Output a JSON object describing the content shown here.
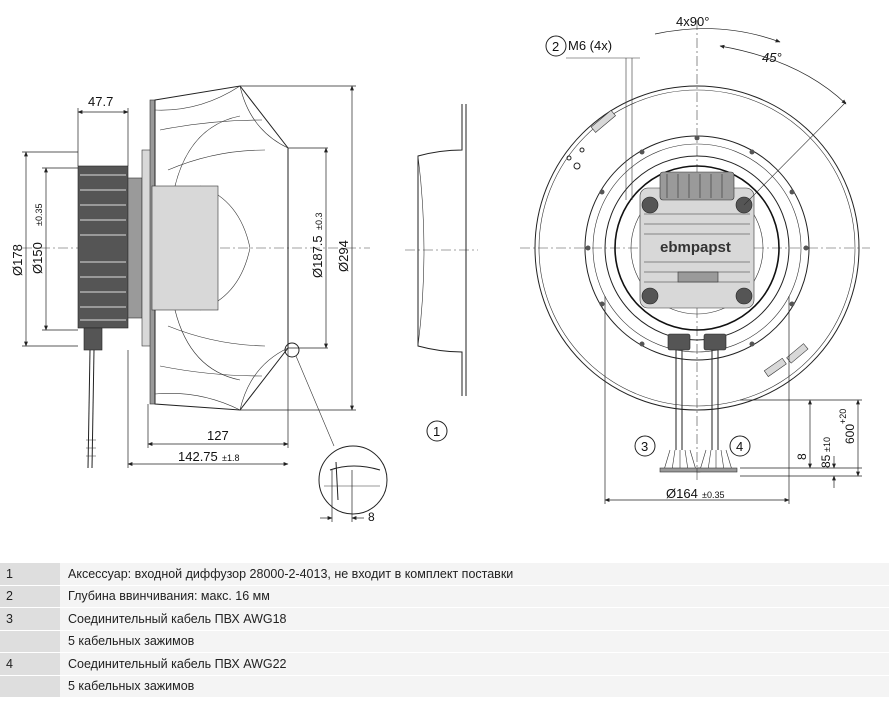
{
  "dimensions": {
    "d178": "Ø178",
    "d150": "Ø150",
    "d150_tol": "±0.35",
    "d187": "Ø187.5",
    "d187_tol": "±0.3",
    "d294": "Ø294",
    "w47": "47.7",
    "w127": "127",
    "w142": "142.75",
    "w142_tol": "±1.8",
    "d8_detail": "8",
    "m6": "M6 (4x)",
    "angle4x90": "4x90°",
    "angle45": "45°",
    "d164": "Ø164",
    "d164_tol": "±0.35",
    "h8": "8",
    "h85": "85",
    "h85_tol": "±10",
    "h600": "600",
    "h600_tol": "+20"
  },
  "callouts": {
    "c1": "1",
    "c2": "2",
    "c3": "3",
    "c4": "4"
  },
  "brand": "ebmpapst",
  "notes": [
    {
      "num": "1",
      "text": "Аксессуар: входной диффузор 28000-2-4013, не входит в комплект поставки"
    },
    {
      "num": "2",
      "text": "Глубина ввинчивания: макс. 16 мм"
    },
    {
      "num": "3",
      "text": "Соединительный кабель ПВХ AWG18"
    },
    {
      "num": "",
      "text": "5 кабельных зажимов"
    },
    {
      "num": "4",
      "text": "Соединительный кабель ПВХ AWG22"
    },
    {
      "num": "",
      "text": "5 кабельных зажимов"
    }
  ]
}
